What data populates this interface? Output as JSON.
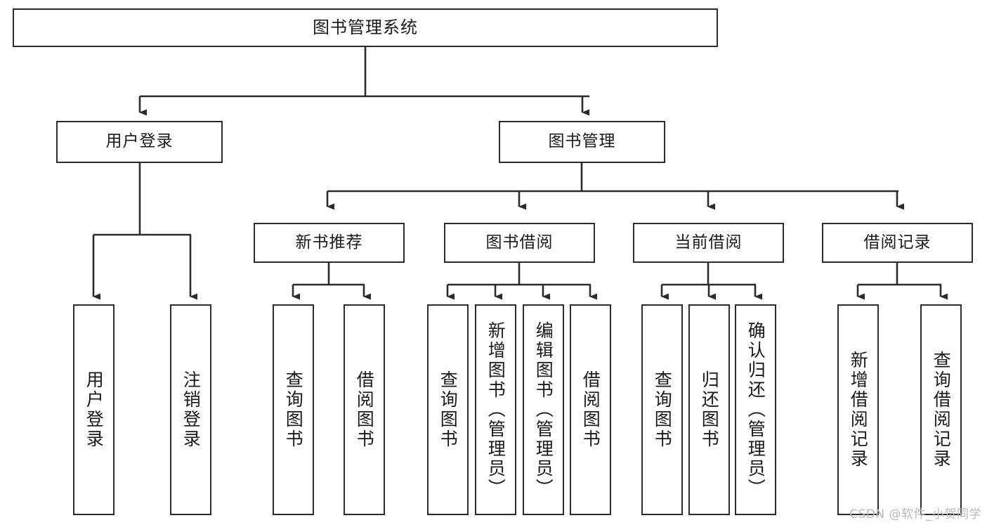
{
  "diagram": {
    "title": "图书管理系统",
    "type": "tree",
    "root": {
      "id": "root",
      "label": "图书管理系统"
    },
    "level2": [
      {
        "id": "user-login",
        "label": "用户登录"
      },
      {
        "id": "book-management",
        "label": "图书管理"
      }
    ],
    "level3": [
      {
        "id": "new-book-recommend",
        "label": "新书推荐"
      },
      {
        "id": "book-borrow",
        "label": "图书借阅"
      },
      {
        "id": "current-borrow",
        "label": "当前借阅"
      },
      {
        "id": "borrow-record",
        "label": "借阅记录"
      }
    ],
    "leaves": {
      "user_login": [
        {
          "id": "leaf-user-login",
          "label": "用户登录"
        },
        {
          "id": "leaf-logout",
          "label": "注销登录"
        }
      ],
      "new_book_recommend": [
        {
          "id": "leaf-query-book-1",
          "label": "查询图书"
        },
        {
          "id": "leaf-borrow-book-1",
          "label": "借阅图书"
        }
      ],
      "book_borrow": [
        {
          "id": "leaf-query-book-2",
          "label": "查询图书"
        },
        {
          "id": "leaf-add-book",
          "label": "新增图书（管理员）"
        },
        {
          "id": "leaf-edit-book",
          "label": "编辑图书（管理员）"
        },
        {
          "id": "leaf-borrow-book-2",
          "label": "借阅图书"
        }
      ],
      "current_borrow": [
        {
          "id": "leaf-query-book-3",
          "label": "查询图书"
        },
        {
          "id": "leaf-return-book",
          "label": "归还图书"
        },
        {
          "id": "leaf-confirm-return",
          "label": "确认归还（管理员）"
        }
      ],
      "borrow_record": [
        {
          "id": "leaf-add-record",
          "label": "新增借阅记录"
        },
        {
          "id": "leaf-query-record",
          "label": "查询借阅记录"
        }
      ]
    },
    "colors": {
      "stroke": "#2b2b2b",
      "fill": "#ffffff",
      "text": "#1a1a1a",
      "watermark": "#b9b9b9"
    }
  },
  "watermark": {
    "text": "CSDN @软件_小贺同学"
  }
}
